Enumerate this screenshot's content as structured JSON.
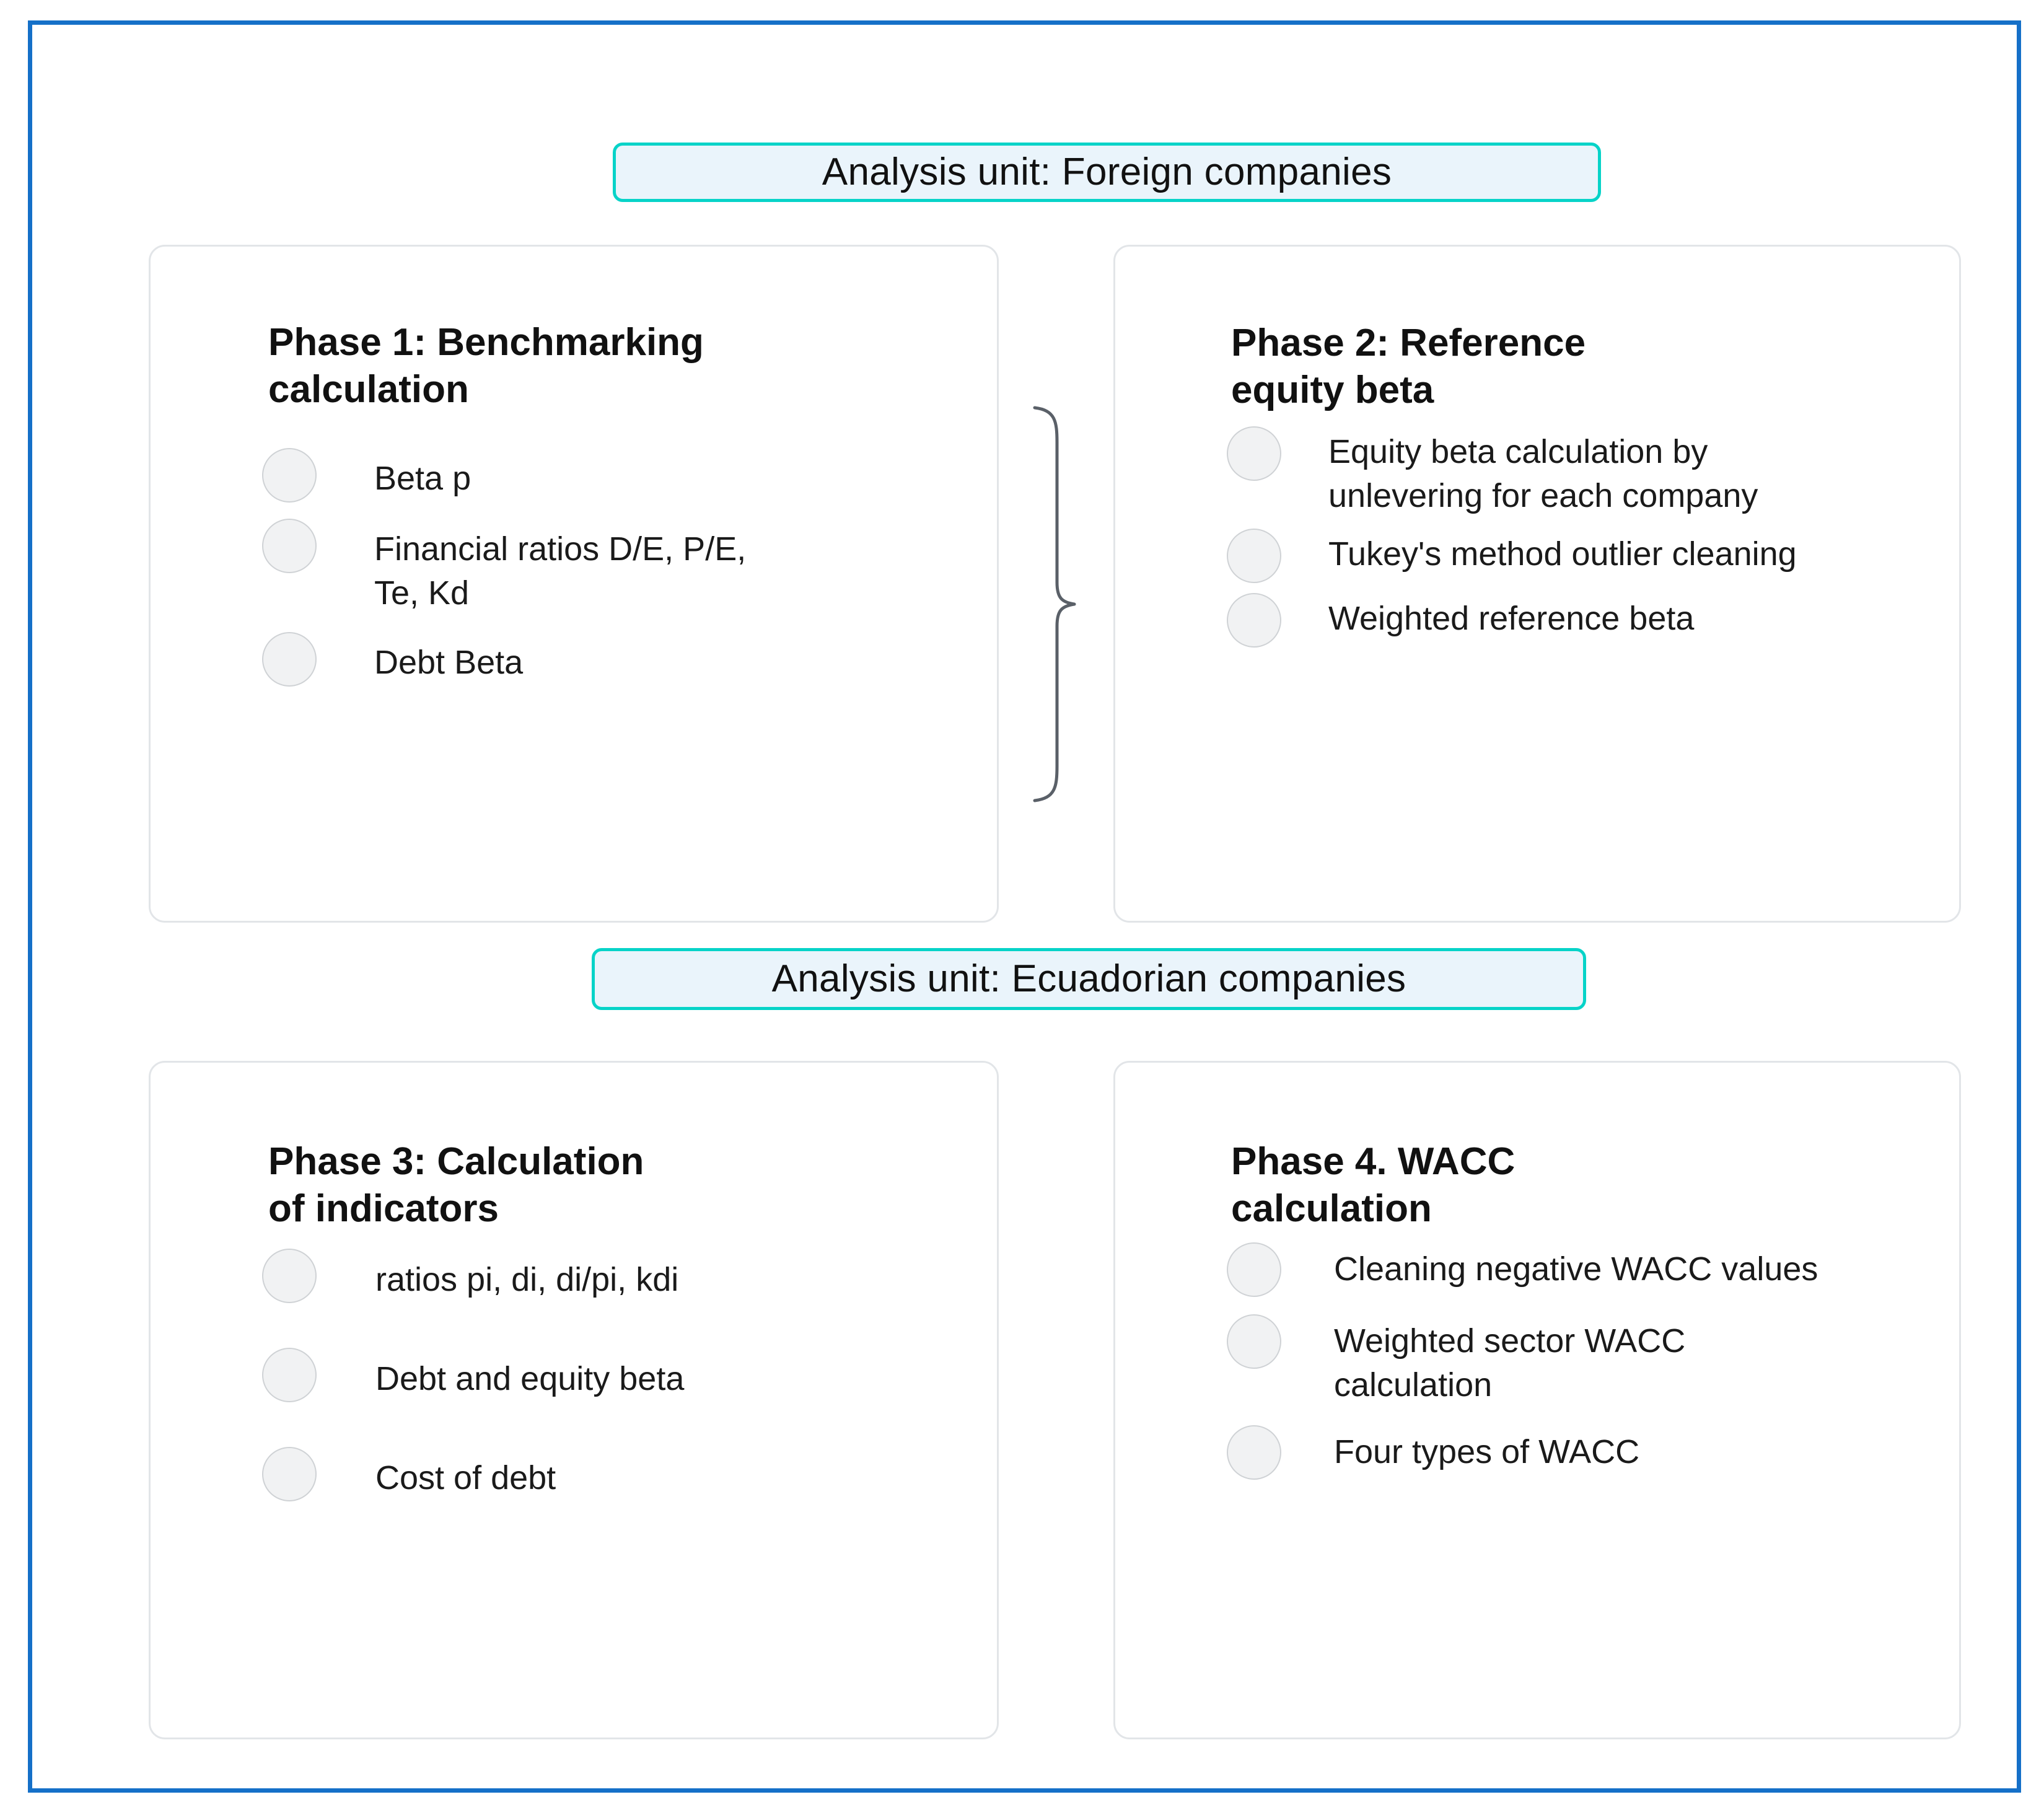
{
  "diagram": {
    "title_banners": [
      {
        "id": "foreign",
        "label": "Analysis unit: Foreign companies"
      },
      {
        "id": "ecuadorian",
        "label": "Analysis unit: Ecuadorian companies"
      }
    ],
    "colors": {
      "outer_border": "#1570c8",
      "banner_border": "#07d3c8",
      "banner_fill": "#eaf4fb",
      "card_border": "#e2e5e8",
      "card_fill": "#ffffff",
      "bullet_fill": "#f1f2f3",
      "bullet_border": "#cfd2d5",
      "text": "#111111",
      "connector": "#5a6068"
    },
    "connector": {
      "name": "curly-brace",
      "from": "phase-1",
      "to": "phase-2"
    },
    "phases": [
      {
        "id": "phase-1",
        "title": "Phase 1: Benchmarking\ncalculation",
        "bullets": [
          "Beta p",
          "Financial ratios D/E, P/E,  Te, Kd",
          "Debt Beta"
        ]
      },
      {
        "id": "phase-2",
        "title": "Phase 2: Reference\nequity beta",
        "bullets": [
          "Equity beta calculation by unlevering for each company",
          "Tukey's method outlier cleaning",
          "Weighted reference beta"
        ]
      },
      {
        "id": "phase-3",
        "title": "Phase 3: Calculation\nof indicators",
        "bullets": [
          "ratios pi, di, di/pi, kdi",
          "Debt and equity beta",
          "Cost of debt"
        ]
      },
      {
        "id": "phase-4",
        "title": "Phase 4. WACC\ncalculation",
        "bullets": [
          "Cleaning negative WACC values",
          "Weighted sector WACC calculation",
          "Four types of WACC"
        ]
      }
    ]
  }
}
